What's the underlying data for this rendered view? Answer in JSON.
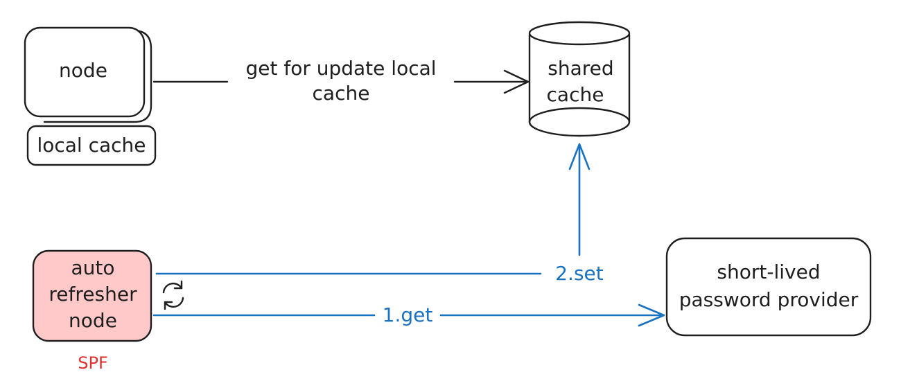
{
  "nodes": {
    "node": {
      "label": "node"
    },
    "local_cache": {
      "label": "local cache"
    },
    "shared_cache": {
      "label_line1": "shared",
      "label_line2": "cache"
    },
    "auto_refresher": {
      "label_line1": "auto",
      "label_line2": "refresher",
      "label_line3": "node",
      "fill": "#ffc9c9"
    },
    "provider": {
      "label_line1": "short-lived",
      "label_line2": "password provider"
    }
  },
  "annotations": {
    "spf": "SPF"
  },
  "edges": {
    "node_to_shared": {
      "label_line1": "get for update local",
      "label_line2": "cache"
    },
    "refresher_set": {
      "label": "2.set"
    },
    "refresher_get": {
      "label": "1.get"
    }
  },
  "colors": {
    "ink": "#1e1e1e",
    "blue": "#1971c2",
    "red": "#e03131",
    "pink": "#ffc9c9"
  },
  "icons": {
    "refresh": "refresh-icon"
  }
}
